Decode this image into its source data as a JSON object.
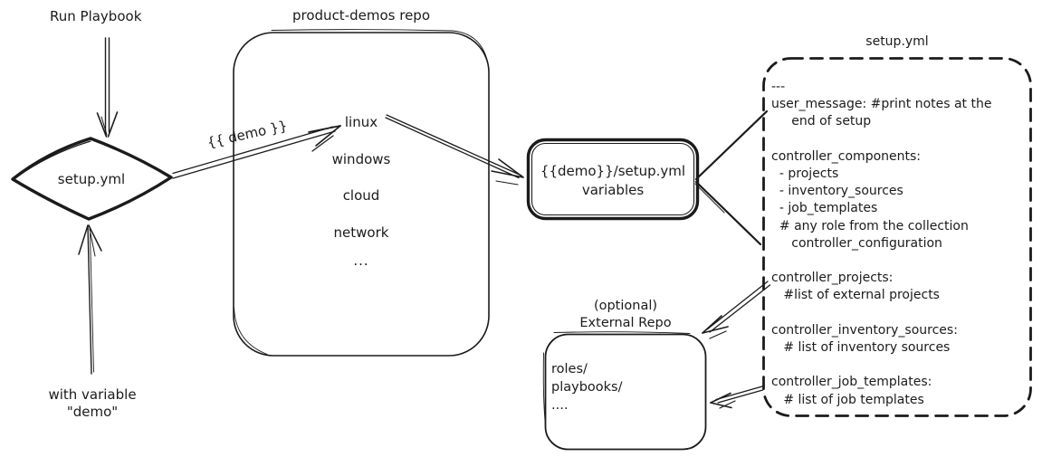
{
  "colors": {
    "ink": "#1b1b1b",
    "background": "#ffffff"
  },
  "nodes": {
    "run_playbook_label": "Run Playbook",
    "with_variable_label": "with variable\n\"demo\"",
    "diamond_label": "setup.yml",
    "demo_arrow_label": "{{ demo }}",
    "repo": {
      "title": "product-demos repo",
      "items": [
        "linux",
        "windows",
        "cloud",
        "network",
        "..."
      ]
    },
    "variables_box": {
      "line1": "{{demo}}/setup.yml",
      "line2": "variables"
    },
    "setup_yml": {
      "title": "setup.yml",
      "content": "---\nuser_message: #print notes at the\n     end of setup\n\ncontroller_components:\n  - projects\n  - inventory_sources\n  - job_templates\n  # any role from the collection\n     controller_configuration\n\ncontroller_projects:\n   #list of external projects\n\ncontroller_inventory_sources:\n   # list of inventory sources\n\ncontroller_job_templates:\n   # list of job templates"
    },
    "external_repo": {
      "label": "(optional)\nExternal Repo",
      "content": "roles/\nplaybooks/\n...."
    }
  }
}
